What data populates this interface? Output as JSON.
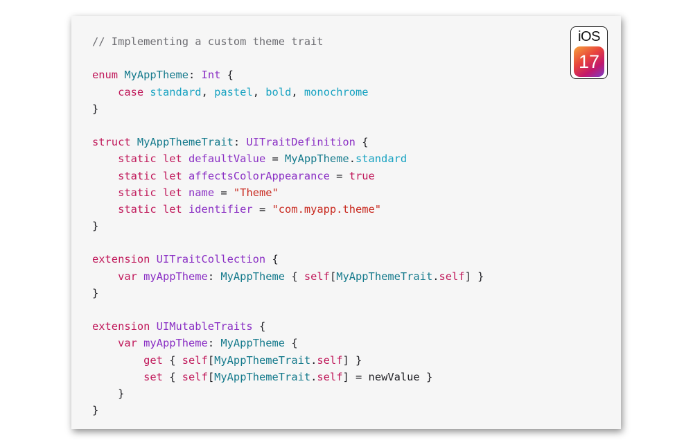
{
  "badge": {
    "top_text": "iOS",
    "version": "17"
  },
  "code_lines": [
    [
      {
        "c": "comment",
        "t": "// Implementing a custom theme trait"
      }
    ],
    [],
    [
      {
        "c": "kw",
        "t": "enum "
      },
      {
        "c": "type",
        "t": "MyAppTheme"
      },
      {
        "c": "plain",
        "t": ": "
      },
      {
        "c": "fn",
        "t": "Int"
      },
      {
        "c": "plain",
        "t": " {"
      }
    ],
    [
      {
        "c": "plain",
        "t": "    "
      },
      {
        "c": "kw",
        "t": "case "
      },
      {
        "c": "member",
        "t": "standard"
      },
      {
        "c": "plain",
        "t": ", "
      },
      {
        "c": "member",
        "t": "pastel"
      },
      {
        "c": "plain",
        "t": ", "
      },
      {
        "c": "member",
        "t": "bold"
      },
      {
        "c": "plain",
        "t": ", "
      },
      {
        "c": "member",
        "t": "monochrome"
      }
    ],
    [
      {
        "c": "plain",
        "t": "}"
      }
    ],
    [],
    [
      {
        "c": "kw",
        "t": "struct "
      },
      {
        "c": "type",
        "t": "MyAppThemeTrait"
      },
      {
        "c": "plain",
        "t": ": "
      },
      {
        "c": "fn",
        "t": "UITraitDefinition"
      },
      {
        "c": "plain",
        "t": " {"
      }
    ],
    [
      {
        "c": "plain",
        "t": "    "
      },
      {
        "c": "kw",
        "t": "static let "
      },
      {
        "c": "fn",
        "t": "defaultValue"
      },
      {
        "c": "plain",
        "t": " = "
      },
      {
        "c": "type",
        "t": "MyAppTheme"
      },
      {
        "c": "plain",
        "t": "."
      },
      {
        "c": "member",
        "t": "standard"
      }
    ],
    [
      {
        "c": "plain",
        "t": "    "
      },
      {
        "c": "kw",
        "t": "static let "
      },
      {
        "c": "fn",
        "t": "affectsColorAppearance"
      },
      {
        "c": "plain",
        "t": " = "
      },
      {
        "c": "kw",
        "t": "true"
      }
    ],
    [
      {
        "c": "plain",
        "t": "    "
      },
      {
        "c": "kw",
        "t": "static let "
      },
      {
        "c": "fn",
        "t": "name"
      },
      {
        "c": "plain",
        "t": " = "
      },
      {
        "c": "str",
        "t": "\"Theme\""
      }
    ],
    [
      {
        "c": "plain",
        "t": "    "
      },
      {
        "c": "kw",
        "t": "static let "
      },
      {
        "c": "fn",
        "t": "identifier"
      },
      {
        "c": "plain",
        "t": " = "
      },
      {
        "c": "str",
        "t": "\"com.myapp.theme\""
      }
    ],
    [
      {
        "c": "plain",
        "t": "}"
      }
    ],
    [],
    [
      {
        "c": "kw",
        "t": "extension "
      },
      {
        "c": "fn",
        "t": "UITraitCollection"
      },
      {
        "c": "plain",
        "t": " {"
      }
    ],
    [
      {
        "c": "plain",
        "t": "    "
      },
      {
        "c": "kw",
        "t": "var "
      },
      {
        "c": "fn",
        "t": "myAppTheme"
      },
      {
        "c": "plain",
        "t": ": "
      },
      {
        "c": "type",
        "t": "MyAppTheme"
      },
      {
        "c": "plain",
        "t": " { "
      },
      {
        "c": "kw",
        "t": "self"
      },
      {
        "c": "plain",
        "t": "["
      },
      {
        "c": "type",
        "t": "MyAppThemeTrait"
      },
      {
        "c": "plain",
        "t": "."
      },
      {
        "c": "kw",
        "t": "self"
      },
      {
        "c": "plain",
        "t": "] }"
      }
    ],
    [
      {
        "c": "plain",
        "t": "}"
      }
    ],
    [],
    [
      {
        "c": "kw",
        "t": "extension "
      },
      {
        "c": "fn",
        "t": "UIMutableTraits"
      },
      {
        "c": "plain",
        "t": " {"
      }
    ],
    [
      {
        "c": "plain",
        "t": "    "
      },
      {
        "c": "kw",
        "t": "var "
      },
      {
        "c": "fn",
        "t": "myAppTheme"
      },
      {
        "c": "plain",
        "t": ": "
      },
      {
        "c": "type",
        "t": "MyAppTheme"
      },
      {
        "c": "plain",
        "t": " {"
      }
    ],
    [
      {
        "c": "plain",
        "t": "        "
      },
      {
        "c": "kw",
        "t": "get"
      },
      {
        "c": "plain",
        "t": " { "
      },
      {
        "c": "kw",
        "t": "self"
      },
      {
        "c": "plain",
        "t": "["
      },
      {
        "c": "type",
        "t": "MyAppThemeTrait"
      },
      {
        "c": "plain",
        "t": "."
      },
      {
        "c": "kw",
        "t": "self"
      },
      {
        "c": "plain",
        "t": "] }"
      }
    ],
    [
      {
        "c": "plain",
        "t": "        "
      },
      {
        "c": "kw",
        "t": "set"
      },
      {
        "c": "plain",
        "t": " { "
      },
      {
        "c": "kw",
        "t": "self"
      },
      {
        "c": "plain",
        "t": "["
      },
      {
        "c": "type",
        "t": "MyAppThemeTrait"
      },
      {
        "c": "plain",
        "t": "."
      },
      {
        "c": "kw",
        "t": "self"
      },
      {
        "c": "plain",
        "t": "] = newValue }"
      }
    ],
    [
      {
        "c": "plain",
        "t": "    }"
      }
    ],
    [
      {
        "c": "plain",
        "t": "}"
      }
    ]
  ],
  "colors": {
    "background": "#f6f6f6",
    "comment": "#6e6e73",
    "keyword": "#c0185a",
    "type": "#157a8c",
    "member": "#17a2c1",
    "function": "#8a2fc4",
    "string": "#c8281e"
  }
}
